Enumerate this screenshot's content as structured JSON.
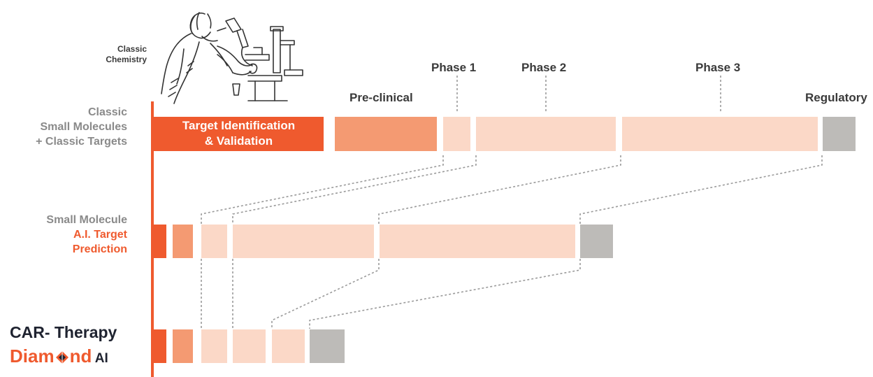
{
  "scientist_caption": [
    "Classic",
    "Chemistry"
  ],
  "phase_labels": {
    "preclinical": "Pre-clinical",
    "phase1": "Phase 1",
    "phase2": "Phase 2",
    "phase3": "Phase 3",
    "regulatory": "Regulatory"
  },
  "rows": {
    "classic": {
      "label_lines": [
        "Classic",
        "Small Molecules",
        "+ Classic Targets"
      ],
      "target_box": [
        "Target Identification",
        "& Validation"
      ]
    },
    "ai_prediction": {
      "label_gray": "Small Molecule",
      "label_orange": [
        "A.I. Target",
        "Prediction"
      ]
    },
    "car_therapy": {
      "title": "CAR- Therapy",
      "brand_left": "Diam",
      "brand_right": "nd",
      "brand_suffix": "AI"
    }
  },
  "colors": {
    "dark_orange": "#ef5a2e",
    "mid_orange": "#f49a72",
    "light_peach": "#fbd8c7",
    "regulatory_gray": "#bdbbb8",
    "navy": "#1f2330"
  },
  "icons": [
    "scientist-microscope-illustration",
    "diamond-logo-icon"
  ]
}
